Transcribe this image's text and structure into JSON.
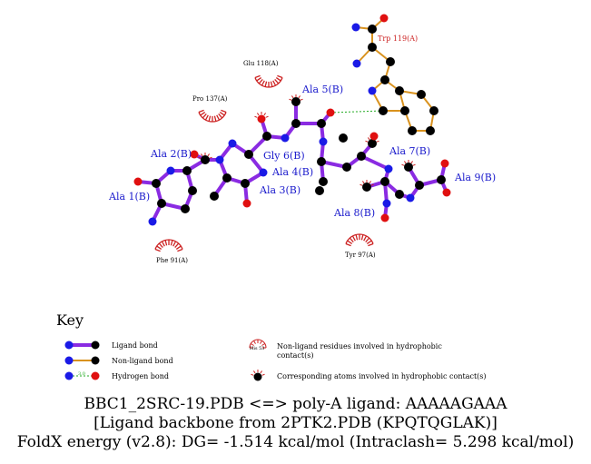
{
  "colors": {
    "ligand_bond": "#8a2be2",
    "nonligand_bond": "#d9921e",
    "hbond": "#22aa22",
    "nitrogen": "#1a1ae6",
    "oxygen": "#e01010",
    "carbon": "#000000",
    "ligand_label": "#1a1acc",
    "nonligand_label": "#cc2222",
    "hydrophobic": "#cc2222"
  },
  "ligand_residues": [
    {
      "id": "ala1",
      "label": "Ala 1(B)"
    },
    {
      "id": "ala2",
      "label": "Ala 2(B)"
    },
    {
      "id": "ala3",
      "label": "Ala 3(B)"
    },
    {
      "id": "ala4",
      "label": "Ala 4(B)"
    },
    {
      "id": "ala5",
      "label": "Ala 5(B)"
    },
    {
      "id": "gly6",
      "label": "Gly 6(B)"
    },
    {
      "id": "ala7",
      "label": "Ala 7(B)"
    },
    {
      "id": "ala8",
      "label": "Ala 8(B)"
    },
    {
      "id": "ala9",
      "label": "Ala 9(B)"
    }
  ],
  "nonligand_residues": [
    {
      "id": "trp119",
      "label": "Trp 119(A)"
    }
  ],
  "hydrophobic_residues": [
    {
      "id": "glu118",
      "label": "Glu 118(A)"
    },
    {
      "id": "pro137",
      "label": "Pro 137(A)"
    },
    {
      "id": "phe91",
      "label": "Phe 91(A)"
    },
    {
      "id": "tyr97",
      "label": "Tyr 97(A)"
    }
  ],
  "key": {
    "title": "Key",
    "ligand_bond": "Ligand bond",
    "nonligand_bond": "Non-ligand bond",
    "hydrogen_bond": "Hydrogen bond",
    "hbond_distance": "3.0",
    "his_label": "His 53",
    "nonligand_hydrophobic": "Non-ligand residues involved in hydrophobic",
    "nonligand_hydrophobic_2": "contact(s)",
    "corresponding_atoms": "Corresponding atoms involved in hydrophobic contact(s)"
  },
  "caption": {
    "line1": "BBC1_2SRC-19.PDB <=> poly-A ligand: AAAAAGAAA",
    "line2": "[Ligand backbone from 2PTK2.PDB (KPQTQGLAK)]",
    "line3": "FoldX energy (v2.8): DG= -1.514 kcal/mol (Intraclash= 5.298 kcal/mol)"
  }
}
